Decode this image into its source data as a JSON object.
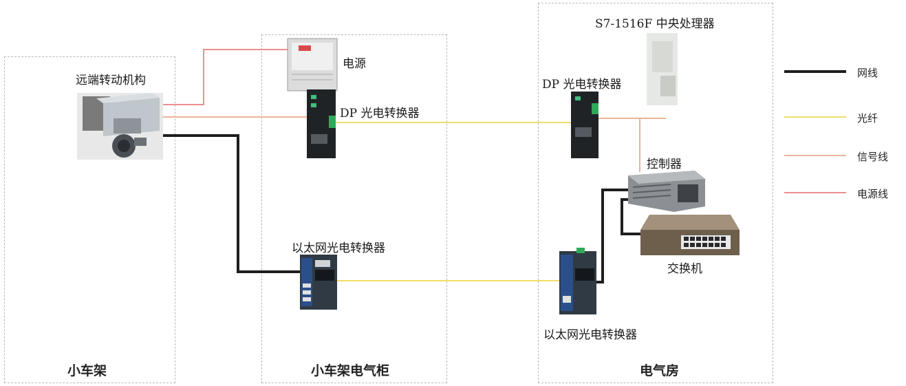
{
  "zones": {
    "trolley_frame": "小车架",
    "trolley_cabinet": "小车架电气柜",
    "electrical_room": "电气房"
  },
  "devices": {
    "remote_rotation": "远端转动机构",
    "power_supply": "电源",
    "dp_converter_cabinet": "DP 光电转换器",
    "dp_converter_room": "DP 光电转换器",
    "cpu": "S7-1516F 中央处理器",
    "controller": "控制器",
    "switch": "交换机",
    "eth_converter_cabinet": "以太网光电转换器",
    "eth_converter_room": "以太网光电转换器"
  },
  "legend": [
    {
      "label": "网线",
      "color": "#1e1e1e"
    },
    {
      "label": "光纤",
      "color": "#f2dc6a"
    },
    {
      "label": "信号线",
      "color": "#e9b49a"
    },
    {
      "label": "电源线",
      "color": "#ec8f8f"
    }
  ],
  "colors": {
    "ethernet": "#1e1e1e",
    "fiber": "#f2dc6a",
    "signal": "#e9b49a",
    "power": "#ec8f8f"
  }
}
